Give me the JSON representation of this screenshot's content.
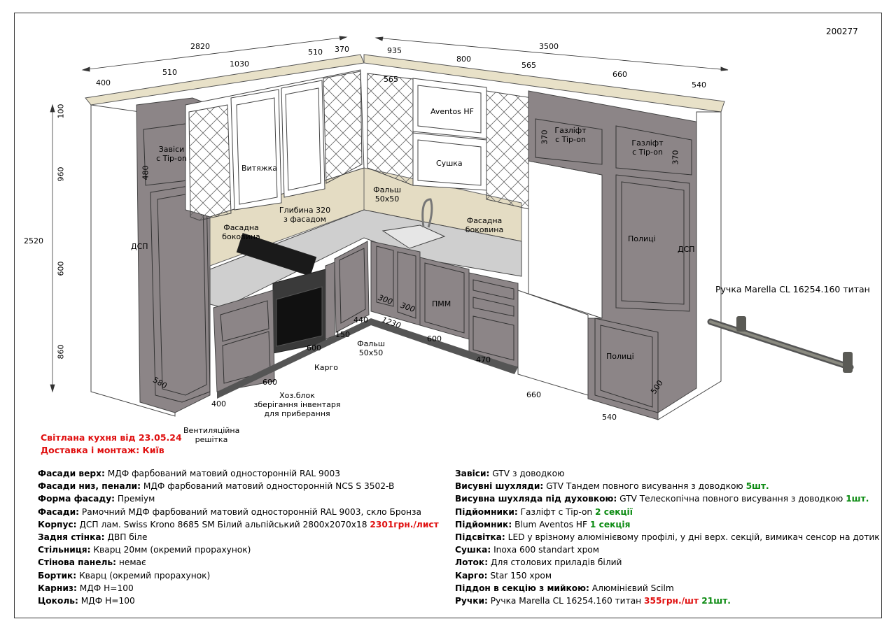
{
  "order_no": "200277",
  "dims": {
    "top_left_total": "2820",
    "top_right_total": "3500",
    "d400_top": "400",
    "d510_a": "510",
    "d1030": "1030",
    "d510_b": "510",
    "d370_top": "370",
    "d935": "935",
    "d800": "800",
    "d565_a": "565",
    "d565_b": "565",
    "d660_top": "660",
    "d540_top": "540",
    "h100": "100",
    "h960": "960",
    "h2520": "2520",
    "h600": "600",
    "h860": "860",
    "h480": "480",
    "h370_a": "370",
    "h370_b": "370",
    "d580": "580",
    "d400_bottom": "400",
    "d600_a": "600",
    "d600_b": "600",
    "d150": "150",
    "d440": "440",
    "d300_a": "300",
    "d300_b": "300",
    "d1230": "1230",
    "d600_c": "600",
    "d470": "470",
    "d660_bottom": "660",
    "d540_bottom": "540",
    "d500": "500"
  },
  "labels": {
    "zavisy": "Завіси\nс Tip-on",
    "vytiazhka": "Витяжка",
    "aventos": "Aventos HF",
    "sushka": "Сушка",
    "gazlift_1": "Газліфт\nс Tip-on",
    "gazlift_2": "Газліфт\nс Tip-on",
    "falsh_top": "Фальш\n50х50",
    "hlybyna": "Глибина 320\nз фасадом",
    "fasadna_left": "Фасадна\nбокoвина",
    "fasadna_right": "Фасадна\nбоковина",
    "dsp_left": "ДСП",
    "dsp_right": "ДСП",
    "polytsi_1": "Полиці",
    "polytsi_2": "Полиці",
    "pmm": "ПММ",
    "kargo": "Карго",
    "falsh_bottom": "Фальш\n50х50",
    "hoz_blok": "Хоз.блок\nзберігання інвентаря\nдля приберання",
    "ventyl": "Вентиляційна\nрешітка",
    "handle_caption": "Ручка Marella CL 16254.160 титан"
  },
  "header": {
    "line1": "Світлана кухня від 23.05.24",
    "line2": "Доставка і монтаж: Київ"
  },
  "specs_left": [
    {
      "k": "Фасади верх:",
      "v": " МДФ фарбований матовий односторонній RAL 9003"
    },
    {
      "k": "Фасади низ, пенали:",
      "v": " МДФ фарбований матовий односторонній NCS S 3502-B"
    },
    {
      "k": "Форма фасаду:",
      "v": " Преміум"
    },
    {
      "k": "Фасади:",
      "v": " Рамочний МДФ фарбований матовий односторонній RAL 9003, скло Бронза"
    },
    {
      "k": "Корпус:",
      "v": " ДСП лам. Swiss Krono 8685 SM Білий альпійський 2800х2070х18 ",
      "red": "2301грн./лист"
    },
    {
      "k": "Задня стінка:",
      "v": " ДВП біле"
    },
    {
      "k": "Стільниця:",
      "v": " Кварц 20мм (окремий прорахунок)"
    },
    {
      "k": "Стінова панель:",
      "v": " немає"
    },
    {
      "k": "Бортик:",
      "v": " Кварц (окремий прорахунок)"
    },
    {
      "k": "Карниз:",
      "v": " МДФ H=100"
    },
    {
      "k": "Цоколь:",
      "v": " МДФ H=100"
    }
  ],
  "specs_right": [
    {
      "k": "Завіси:",
      "v": " GTV з доводкою"
    },
    {
      "k": "Висувні шухляди:",
      "v": " GTV Тандем повного висування з доводкою ",
      "green": "5шт."
    },
    {
      "k": "Висувна шухляда під духовкою:",
      "v": " GTV Телескопічна повного висування з доводкою ",
      "green": "1шт."
    },
    {
      "k": "Підйомники:",
      "v": " Газліфт с Tip-on ",
      "green": "2 секції"
    },
    {
      "k": "Підйомник:",
      "v": " Blum Aventos HF ",
      "green": "1 секція"
    },
    {
      "k": "Підсвітка:",
      "v": " LED у врізному алюмінієвому профілі, у дні верх. секцій, вимикач сенсор на дотик"
    },
    {
      "k": "Сушка:",
      "v": " Inoxa 600 standart хром"
    },
    {
      "k": "Лоток:",
      "v": " Для столових приладів білий"
    },
    {
      "k": "Карго:",
      "v": " Star 150 хром"
    },
    {
      "k": "Піддон в секцію з мийкою:",
      "v": " Алюмінієвий Scilm"
    },
    {
      "k": "Ручки:",
      "v": " Ручка Marella CL 16254.160 титан ",
      "red": "355грн./шт",
      "green": " 21шт."
    }
  ],
  "colors": {
    "lower_facade": "#8c8587",
    "lower_facade_dark": "#6f6869",
    "upper_facade": "#ffffff",
    "wall_panel": "#e4dcc3",
    "counter": "#c8c8c8",
    "accent_red": "#e01010",
    "accent_green": "#0a8a10"
  }
}
